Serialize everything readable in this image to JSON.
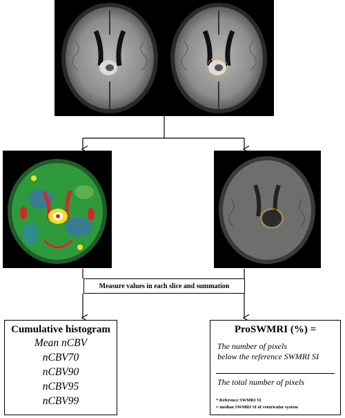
{
  "measure_label": "Measure values in each slice and summation",
  "histogram": {
    "title": "Cumulative histogram",
    "items": [
      "Mean nCBV",
      "nCBV70",
      "nCBV90",
      "nCBV95",
      "nCBV99"
    ]
  },
  "proswmri": {
    "title": "ProSWMRI (%) =",
    "numerator_line1": "The number of  pixels",
    "numerator_line2": "below the reference SWMRI SI",
    "denominator": "The total number of pixels",
    "note_line1": "* Reference SWMRI SI",
    "note_line2": "= median SWMRI SI of ventricular system"
  },
  "colors": {
    "background": "#ffffff",
    "panel": "#000000",
    "roi_outline": "#e0b020",
    "perfusion_green": "#2f9a3c",
    "perfusion_red": "#d8242c",
    "perfusion_yellow": "#f0e020"
  }
}
